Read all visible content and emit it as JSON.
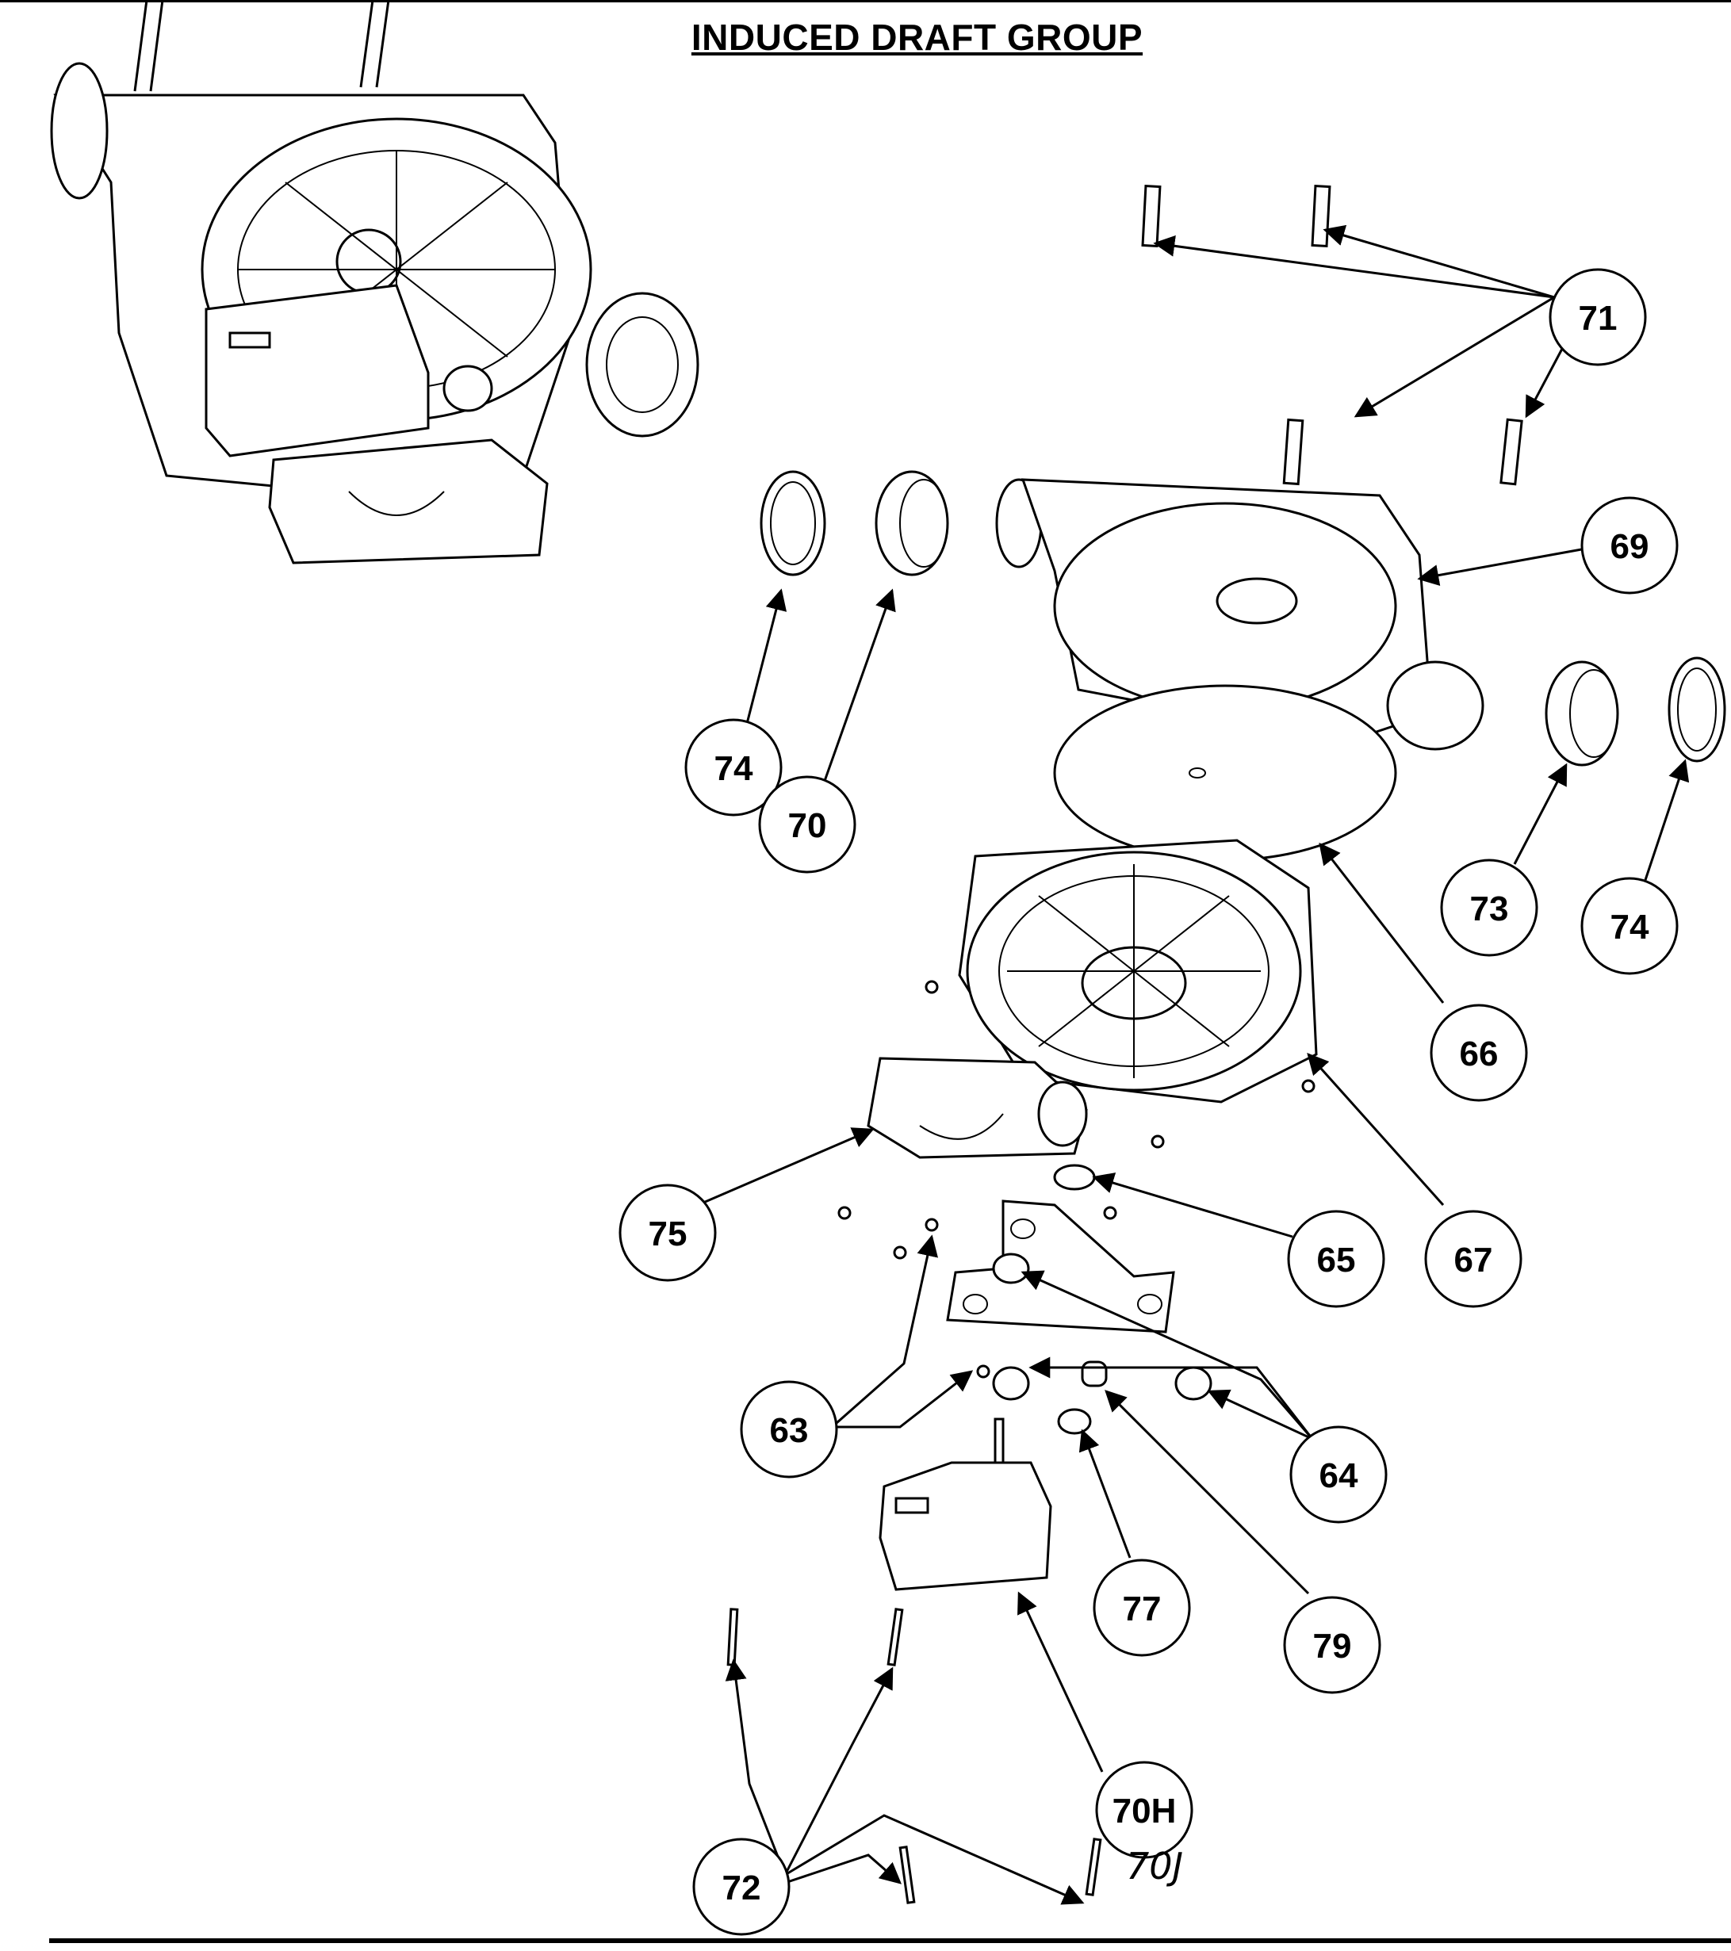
{
  "title": "INDUCED DRAFT GROUP",
  "callouts": {
    "c71": "71",
    "c69": "69",
    "c74a": "74",
    "c70": "70",
    "c73": "73",
    "c74b": "74",
    "c66": "66",
    "c75": "75",
    "c65": "65",
    "c67": "67",
    "c63": "63",
    "c64": "64",
    "c77": "77",
    "c79": "79",
    "c70h": "70H",
    "c72": "72"
  },
  "handwritten_note": "70J"
}
